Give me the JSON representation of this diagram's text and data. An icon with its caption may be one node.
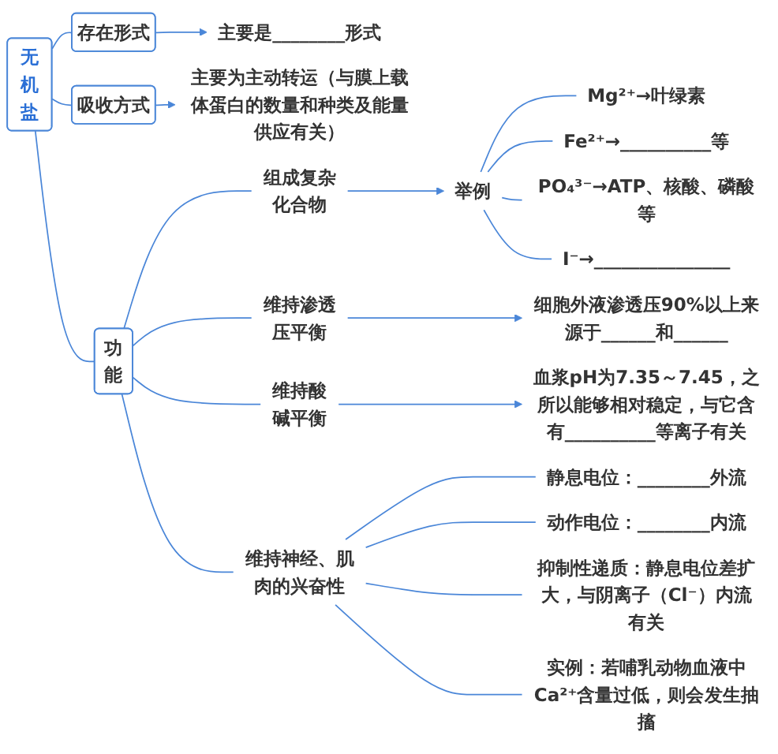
{
  "diagram": {
    "nodes": [
      {
        "text": [
          "无机盐"
        ]
      },
      {
        "text": [
          "存在形式"
        ]
      },
      {
        "text": [
          "主要是________形式"
        ]
      },
      {
        "text": [
          "吸收方式"
        ]
      },
      {
        "text": [
          "主要为主动转运（与膜上载体蛋白的数量和种类及能量供应有关）"
        ]
      },
      {
        "text": [
          "功能"
        ]
      },
      {
        "text": [
          "组成复杂化合物"
        ]
      },
      {
        "text": [
          "举例"
        ]
      },
      {
        "text": [
          "Mg²⁺→叶绿素"
        ]
      },
      {
        "text": [
          "Fe²⁺→__________等"
        ]
      },
      {
        "text": [
          "PO₄³⁻→ATP、核酸、磷酸等"
        ]
      },
      {
        "text": [
          "I⁻→_______________"
        ]
      },
      {
        "text": [
          "维持渗透压平衡"
        ]
      },
      {
        "text": [
          "细胞外液渗透压90%以上来源于______和______"
        ]
      },
      {
        "text": [
          "维持酸碱平衡"
        ]
      },
      {
        "text": [
          "血浆pH为7.35～7.45，之所以能够相对稳定，与它含有__________等离子有关"
        ]
      },
      {
        "text": [
          "维持神经、肌肉的兴奋性"
        ]
      },
      {
        "text": [
          "静息电位：________外流"
        ]
      },
      {
        "text": [
          "动作电位：________内流"
        ]
      },
      {
        "text": [
          "抑制性递质：静息电位差扩大，与阴离子（Cl⁻）内流有关"
        ]
      },
      {
        "text": [
          "实例：若哺乳动物血液中Ca²⁺含量过低，则会发生抽搐"
        ]
      }
    ],
    "edges": [
      {
        "from": 0,
        "to": 1,
        "arrow": "none"
      },
      {
        "from": 1,
        "to": 2,
        "arrow": "to"
      },
      {
        "from": 0,
        "to": 3,
        "arrow": "none"
      },
      {
        "from": 3,
        "to": 4,
        "arrow": "to"
      },
      {
        "from": 0,
        "to": 5,
        "arrow": "none"
      },
      {
        "from": 5,
        "to": 6,
        "arrow": "none"
      },
      {
        "from": 6,
        "to": 7,
        "arrow": "to"
      },
      {
        "from": 7,
        "to": 8,
        "arrow": "none"
      },
      {
        "from": 7,
        "to": 9,
        "arrow": "none"
      },
      {
        "from": 7,
        "to": 10,
        "arrow": "none"
      },
      {
        "from": 7,
        "to": 11,
        "arrow": "none"
      },
      {
        "from": 5,
        "to": 12,
        "arrow": "none"
      },
      {
        "from": 12,
        "to": 13,
        "arrow": "to"
      },
      {
        "from": 5,
        "to": 14,
        "arrow": "none"
      },
      {
        "from": 14,
        "to": 15,
        "arrow": "to"
      },
      {
        "from": 5,
        "to": 16,
        "arrow": "none"
      },
      {
        "from": 16,
        "to": 17,
        "arrow": "none"
      },
      {
        "from": 16,
        "to": 18,
        "arrow": "none"
      },
      {
        "from": 16,
        "to": 19,
        "arrow": "none"
      },
      {
        "from": 16,
        "to": 20,
        "arrow": "none"
      }
    ]
  }
}
